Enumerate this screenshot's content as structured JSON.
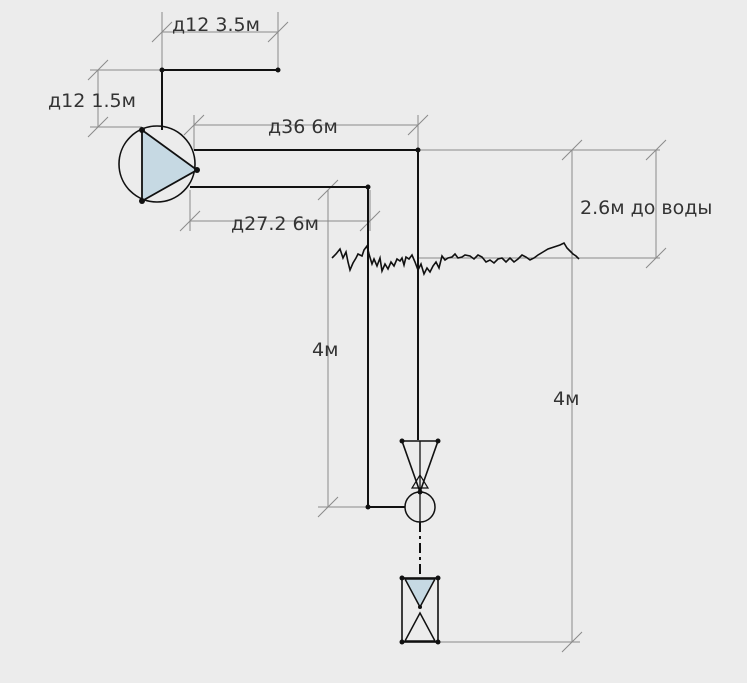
{
  "labels": {
    "d12_short": "д12 1.5м",
    "d12_long": "д12 3.5м",
    "d36": "д36 6м",
    "d27": "д27.2 6м",
    "to_water": "2.6м до воды",
    "depth_left": "4м",
    "depth_right": "4м"
  },
  "colors": {
    "pump_fill": "#c6d9e3",
    "line": "#111111",
    "dimension": "#8a8a8a",
    "background": "#ececec"
  }
}
